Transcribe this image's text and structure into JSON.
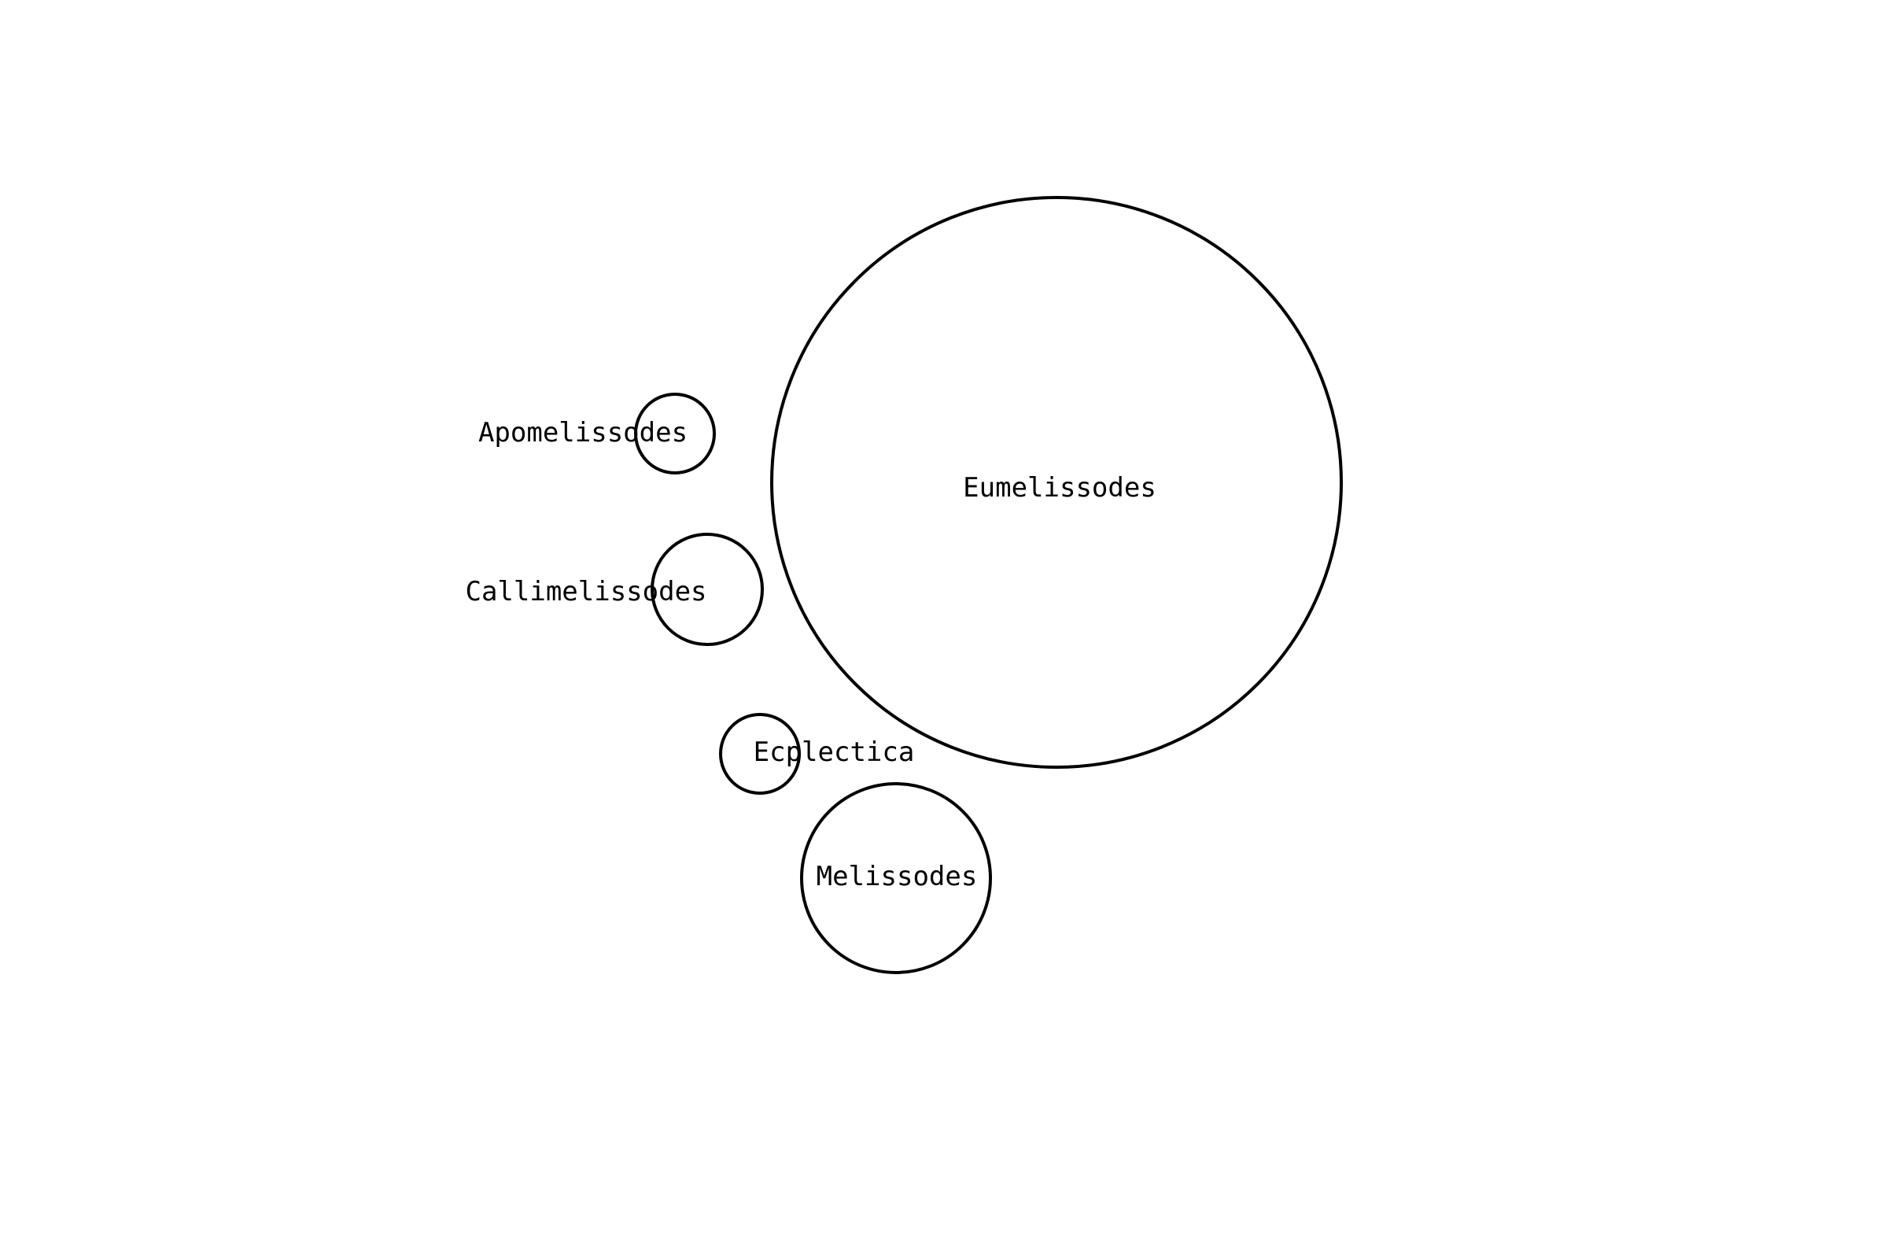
{
  "bubbles": [
    {
      "id": "eumelissodes",
      "label": "Eumelissodes"
    },
    {
      "id": "apomelissodes",
      "label": "Apomelissodes"
    },
    {
      "id": "callimelissodes",
      "label": "Callimelissodes"
    },
    {
      "id": "ecplectica",
      "label": "Ecplectica"
    },
    {
      "id": "melissodes",
      "label": "Melissodes"
    }
  ],
  "colors": {
    "stroke": "#000000",
    "fill": "#ffffff",
    "text": "#000000"
  }
}
